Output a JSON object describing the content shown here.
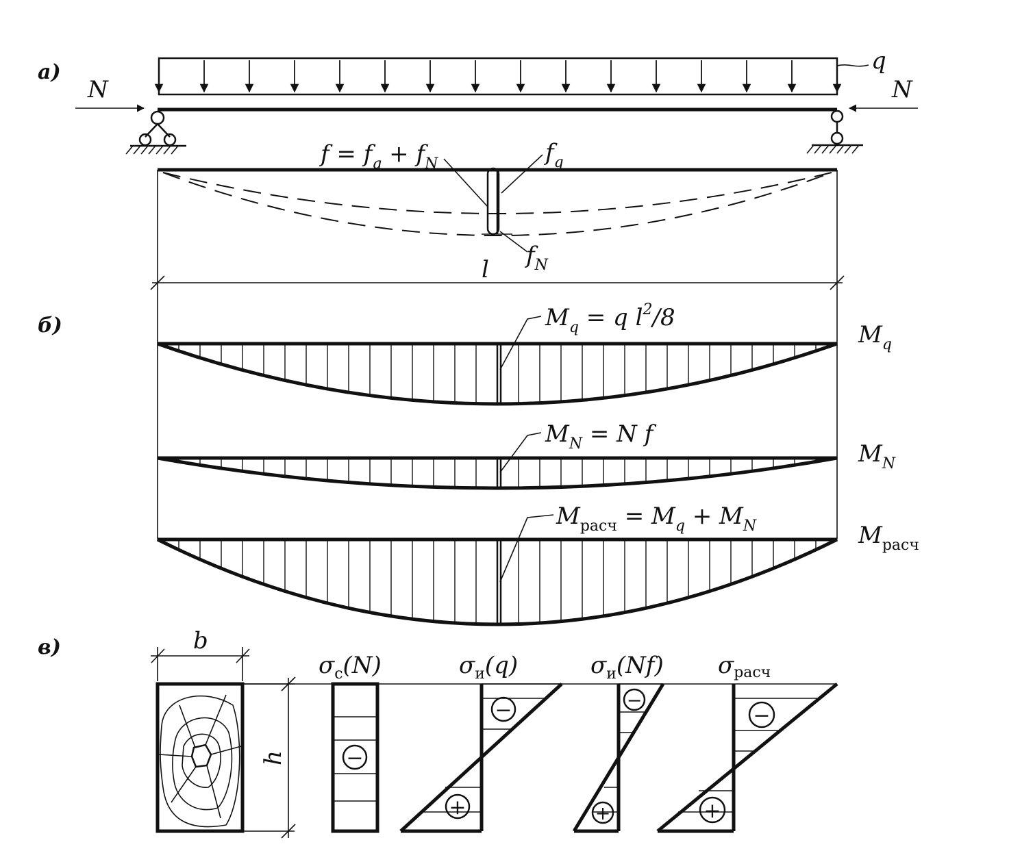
{
  "panels": {
    "a": "а)",
    "b": "б)",
    "c": "в)"
  },
  "beam": {
    "load": "q",
    "axial_left": "N",
    "axial_right": "N",
    "deflection_total": {
      "main": "f = f",
      "sub1": "q",
      "plus": " + f",
      "sub2": "N"
    },
    "deflection_q": {
      "main": "f",
      "sub": "q"
    },
    "deflection_N": {
      "main": "f",
      "sub": "N"
    },
    "span": "l"
  },
  "moments": {
    "mq_formula": {
      "main": "M",
      "sub": "q",
      "rest": " = q l",
      "sup": "2",
      "tail": "/8"
    },
    "mn_formula": {
      "main": "M",
      "sub": "N",
      "rest": " = N f"
    },
    "mr_formula": {
      "main": "M",
      "sub": "расч",
      "rest": " = M",
      "sub2": "q",
      "plus": " + M",
      "sub3": "N"
    },
    "mq_label": {
      "main": "M",
      "sub": "q"
    },
    "mn_label": {
      "main": "M",
      "sub": "N"
    },
    "mr_label": {
      "main": "M",
      "sub": "расч"
    }
  },
  "section": {
    "width": "b",
    "height": "h",
    "sigma_c": {
      "main": "σ",
      "sub": "с",
      "rest": "(N)"
    },
    "sigma_q": {
      "main": "σ",
      "sub": "и",
      "rest": "(q)"
    },
    "sigma_nf": {
      "main": "σ",
      "sub": "и",
      "rest": "(Nf)"
    },
    "sigma_r": {
      "main": "σ",
      "sub": "расч"
    },
    "minus": "−",
    "plus": "+"
  }
}
